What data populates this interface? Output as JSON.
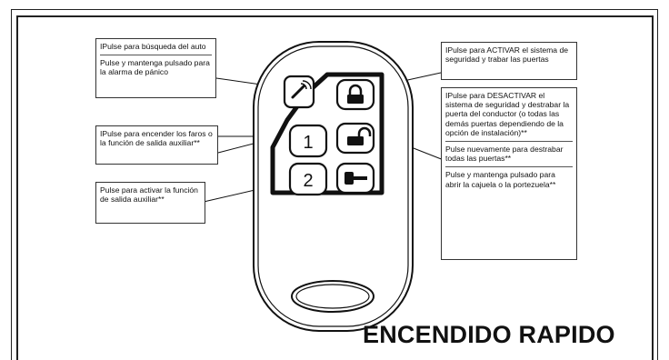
{
  "callouts": {
    "left_top": {
      "text1": "IPulse para búsqueda del auto",
      "text2": "Pulse y mantenga pulsado para la alarma de pánico"
    },
    "left_middle": {
      "text1": "IPulse para encender los faros o la función de salida auxiliar**"
    },
    "left_bottom": {
      "text1": "Pulse para activar la función de salida auxiliar**"
    },
    "right_top": {
      "text1": "IPulse para ACTIVAR el sistema de seguridad y trabar las puertas"
    },
    "right_bottom": {
      "text1": "IPulse para DESACTIVAR el sistema de seguridad y destrabar la puerta del conductor (o todas las demás puertas dependiendo de la opción de instalación)**",
      "text2": "Pulse nuevamente para destrabar todas las puertas**",
      "text3": "Pulse y mantenga pulsado para abrir la cajuela o la portezuela**"
    }
  },
  "remote": {
    "button1_label": "1",
    "button2_label": "2",
    "icons": [
      "car-search-icon",
      "lock-icon",
      "unlock-icon",
      "trunk-key-icon"
    ]
  },
  "title": "ENCENDIDO RAPIDO"
}
